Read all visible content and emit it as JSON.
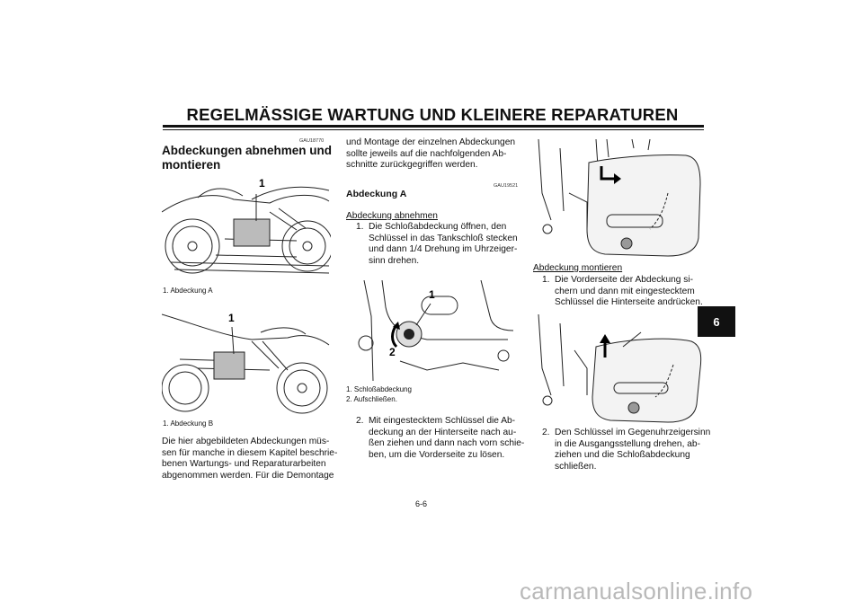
{
  "header": {
    "title": "REGELMÄSSIGE WARTUNG UND KLEINERE REPARATUREN"
  },
  "left": {
    "code": "GAU18770",
    "title_line1": "Abdeckungen abnehmen und",
    "title_line2": "montieren",
    "fig1_label": "1",
    "fig1_caption": "1.  Abdeckung A",
    "fig2_label": "1",
    "fig2_caption": "1.  Abdeckung B",
    "body": [
      "Die hier abgebildeten Abdeckungen müs-",
      "sen für manche in diesem Kapitel beschrie-",
      "benen Wartungs- und Reparaturarbeiten",
      "abgenommen werden. Für die Demontage"
    ]
  },
  "middle": {
    "body": [
      "und Montage der einzelnen Abdeckungen",
      "sollte jeweils auf die nachfolgenden Ab-",
      "schnitte zurückgegriffen werden."
    ],
    "code": "GAU19521",
    "subtitle": "Abdeckung A",
    "remove_heading": "Abdeckung abnehmen",
    "step1_num": "1.",
    "step1": [
      "Die Schloßabdeckung öffnen, den",
      "Schlüssel in das Tankschloß stecken",
      "und dann 1/4 Drehung im Uhrzeiger-",
      "sinn drehen."
    ],
    "fig_label1": "1",
    "fig_label2": "2",
    "captions": [
      "1.  Schloßabdeckung",
      "2.  Aufschließen."
    ],
    "step2_num": "2.",
    "step2": [
      "Mit eingestecktem Schlüssel die Ab-",
      "deckung an der Hinterseite nach au-",
      "ßen ziehen und dann nach vorn schie-",
      "ben, um die Vorderseite zu lösen."
    ]
  },
  "right": {
    "install_heading": "Abdeckung montieren",
    "step1_num": "1.",
    "step1": [
      "Die Vorderseite der Abdeckung si-",
      "chern und dann mit eingestecktem",
      "Schlüssel die Hinterseite andrücken."
    ],
    "step2_num": "2.",
    "step2": [
      "Den Schlüssel im Gegenuhrzeigersinn",
      "in die Ausgangsstellung drehen, ab-",
      "ziehen und die Schloßabdeckung",
      "schließen."
    ]
  },
  "tab": {
    "label": "6"
  },
  "page_number": "6-6",
  "watermark": "carmanualsonline.info"
}
